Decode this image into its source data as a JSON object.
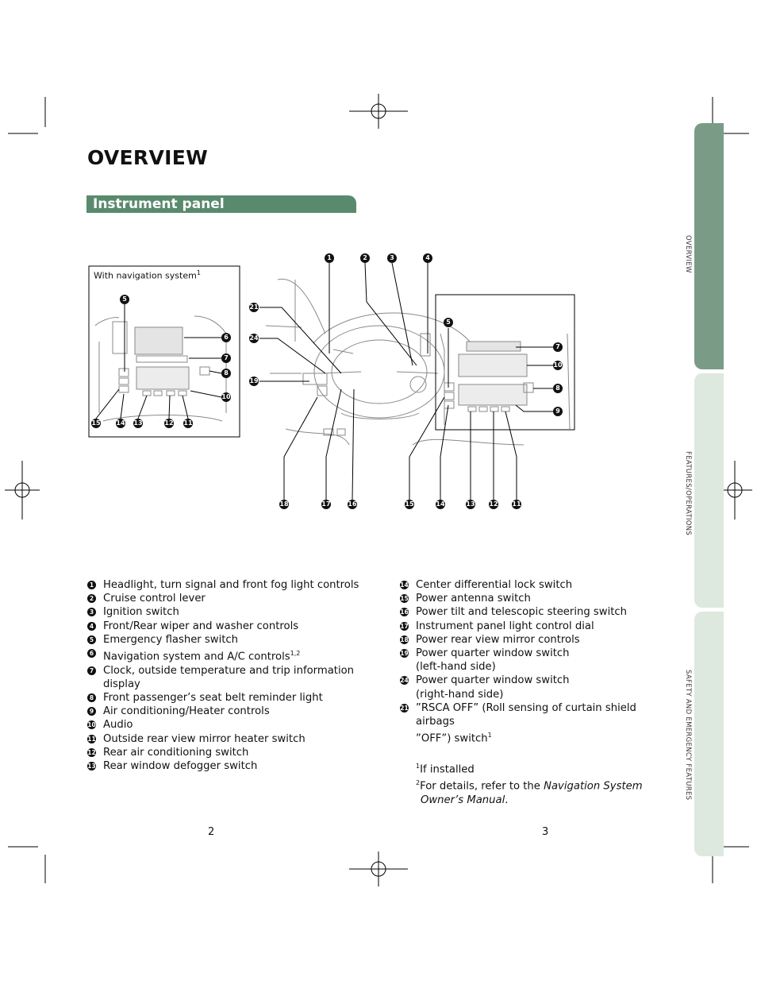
{
  "header": {
    "title": "OVERVIEW",
    "section": "Instrument panel"
  },
  "side_tabs": [
    "OVERVIEW",
    "FEATURES/OPERATIONS",
    "SAFETY AND EMERGENCY FEATURES"
  ],
  "diagram": {
    "nav_box_label": "With navigation system",
    "nav_box_sup": "1",
    "top_callouts": [
      "1",
      "2",
      "3",
      "4"
    ],
    "bottom_callouts": [
      "18",
      "17",
      "16",
      "15",
      "14",
      "13",
      "12",
      "11"
    ],
    "left_callouts": [
      "21",
      "24",
      "19"
    ],
    "right_box_callouts": [
      "5",
      "7",
      "10",
      "8",
      "9"
    ],
    "nav_box_callouts": [
      "5",
      "6",
      "7",
      "8",
      "10",
      "15",
      "14",
      "13",
      "12",
      "11"
    ]
  },
  "legend_left": [
    {
      "n": "1",
      "text": "Headlight, turn signal and front fog light controls"
    },
    {
      "n": "2",
      "text": "Cruise control lever"
    },
    {
      "n": "3",
      "text": "Ignition switch"
    },
    {
      "n": "4",
      "text": "Front/Rear wiper and washer controls"
    },
    {
      "n": "5",
      "text": "Emergency flasher switch"
    },
    {
      "n": "6",
      "text": "Navigation system and A/C controls",
      "sup": "1,2"
    },
    {
      "n": "7",
      "text": "Clock, outside temperature and trip information",
      "cont": "display"
    },
    {
      "n": "8",
      "text": "Front passenger’s seat belt reminder light"
    },
    {
      "n": "9",
      "text": "Air conditioning/Heater controls"
    },
    {
      "n": "10",
      "text": "Audio"
    },
    {
      "n": "11",
      "text": "Outside rear view mirror heater switch"
    },
    {
      "n": "12",
      "text": "Rear air conditioning switch"
    },
    {
      "n": "13",
      "text": "Rear window defogger switch"
    }
  ],
  "legend_right": [
    {
      "n": "14",
      "text": "Center differential lock switch"
    },
    {
      "n": "15",
      "text": "Power antenna switch"
    },
    {
      "n": "16",
      "text": "Power tilt and telescopic steering switch"
    },
    {
      "n": "17",
      "text": "Instrument panel light control dial"
    },
    {
      "n": "18",
      "text": "Power rear view mirror controls"
    },
    {
      "n": "19",
      "text": "Power quarter window switch",
      "cont": "(left-hand side)"
    },
    {
      "n": "24",
      "text": "Power quarter window switch",
      "cont": "(right-hand side)"
    },
    {
      "n": "21",
      "text": "”RSCA OFF” (Roll sensing of curtain shield airbags",
      "cont": "”OFF”) switch",
      "cont_sup": "1"
    }
  ],
  "footnotes": {
    "f1_sup": "1",
    "f1_text": "If installed",
    "f2_sup": "2",
    "f2_text": "For details, refer to the ",
    "f2_italic": "Navigation System",
    "f2_italic_cont": "Owner’s Manual",
    "f2_end": "."
  },
  "page_numbers": {
    "left": "2",
    "right": "3"
  },
  "colors": {
    "section_bar": "#5a8a6e",
    "tab_active": "#7a9c87",
    "tab_inactive": "#dde8df"
  }
}
